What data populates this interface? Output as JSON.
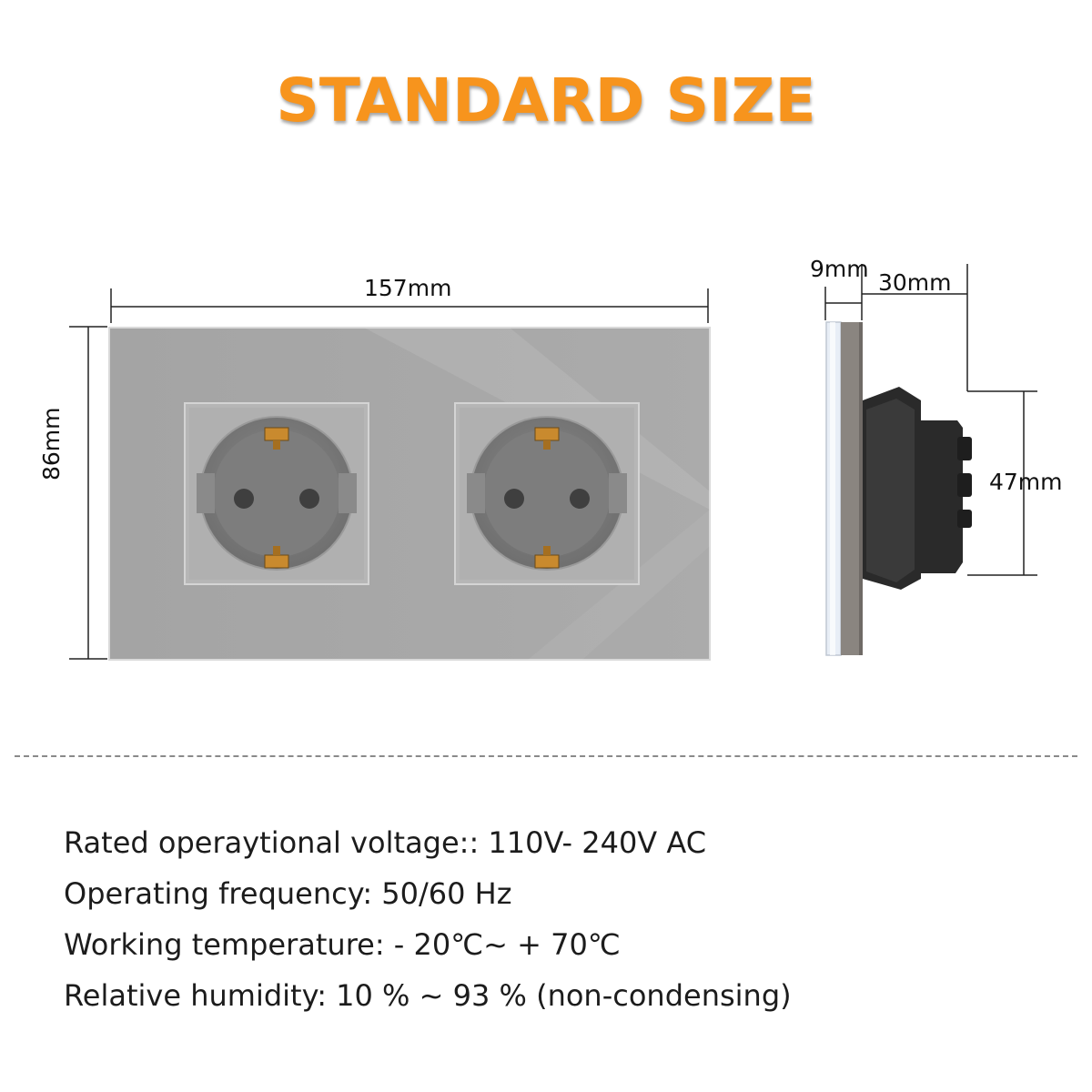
{
  "title": "STANDARD SIZE",
  "dimensions": {
    "front_width": "157mm",
    "front_height": "86mm",
    "side_plate_depth": "9mm",
    "side_body_depth": "30mm",
    "side_body_height": "47mm"
  },
  "specs": [
    "Rated operaytional voltage:: 110V- 240V AC",
    "Operating frequency: 50/60 Hz",
    "Working temperature: - 20℃~ + 70℃",
    "Relative humidity: 10 % ~ 93 % (non-condensing)"
  ],
  "colors": {
    "title": "#f7941d",
    "panel": "#a8a8a8",
    "socket_frame": "#b2b2b2",
    "socket_body": "#6e6e6e",
    "contact": "#c98a2e",
    "back_body": "#2a2a2a"
  }
}
